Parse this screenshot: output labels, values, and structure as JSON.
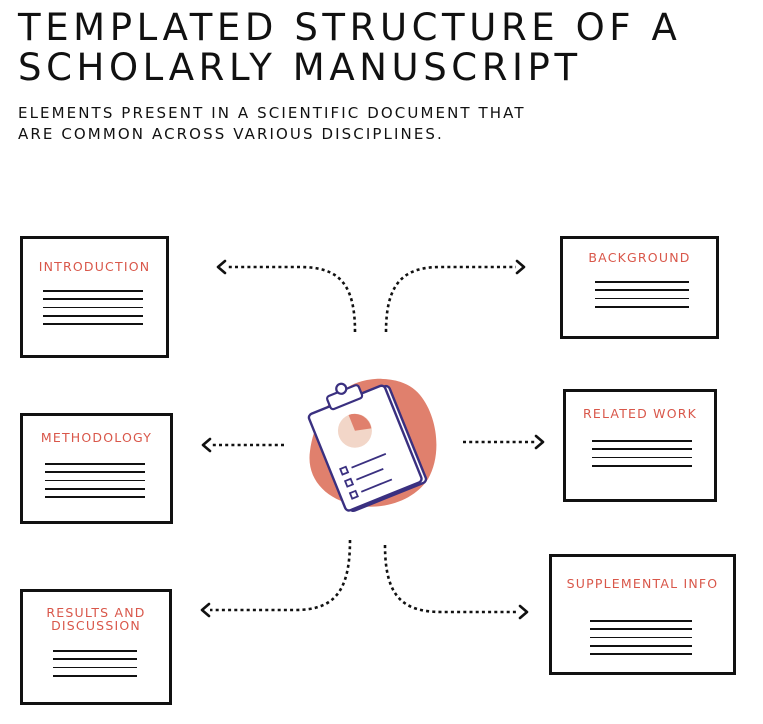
{
  "title": {
    "line1": "TEMPLATED STRUCTURE OF A",
    "line2": "SCHOLARLY MANUSCRIPT"
  },
  "subtitle": {
    "line1": "ELEMENTS PRESENT IN A SCIENTIFIC DOCUMENT THAT",
    "line2": "ARE COMMON ACROSS VARIOUS DISCIPLINES."
  },
  "sections": {
    "introduction": "INTRODUCTION",
    "background": "BACKGROUND",
    "methodology": "METHODOLOGY",
    "related_work": "RELATED WORK",
    "results": "RESULTS AND\nDISCUSSION",
    "supplemental": "SUPPLEMENTAL INFO"
  },
  "colors": {
    "accent": "#d9574a",
    "blob": "#e0806d",
    "clipboard_outline": "#3a3080",
    "ink": "#111111"
  },
  "center_icon": "clipboard-chart-icon"
}
